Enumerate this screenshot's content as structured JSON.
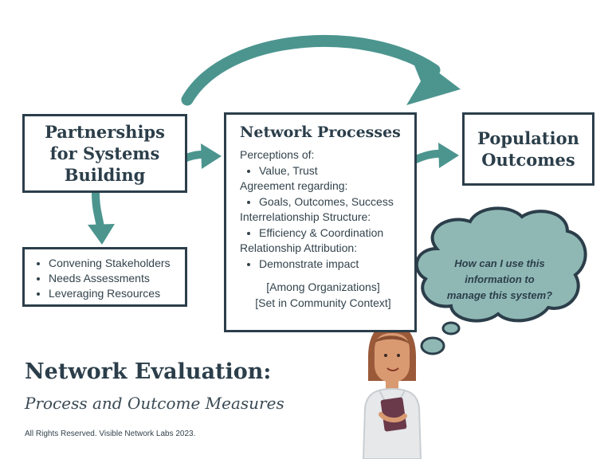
{
  "nodes": {
    "partnerships": {
      "lines": [
        "Partnerships",
        "for Systems",
        "Building"
      ]
    },
    "activities": {
      "items": [
        "Convening Stakeholders",
        "Needs Assessments",
        "Leveraging Resources"
      ]
    },
    "network": {
      "title": "Network Processes",
      "perceptions_label": "Perceptions of:",
      "perceptions_item": "Value, Trust",
      "agreement_label": "Agreement regarding:",
      "agreement_item": "Goals, Outcomes, Success",
      "structure_label": "Interrelationship Structure:",
      "structure_item": "Efficiency & Coordination",
      "attribution_label": "Relationship Attribution:",
      "attribution_item": "Demonstrate impact",
      "note1": "[Among Organizations]",
      "note2": "[Set in Community Context]"
    },
    "population": {
      "lines": [
        "Population",
        "Outcomes"
      ]
    }
  },
  "thought_bubble": {
    "lines": [
      "How can I use this",
      "information to",
      "manage this system?"
    ]
  },
  "title": "Network Evaluation:",
  "subtitle": "Process and Outcome Measures",
  "copyright": "All Rights Reserved. Visible Network Labs 2023.",
  "colors": {
    "arrow": "#4c958f",
    "border": "#2b3e4a",
    "bubble": "#8fb8b5"
  }
}
